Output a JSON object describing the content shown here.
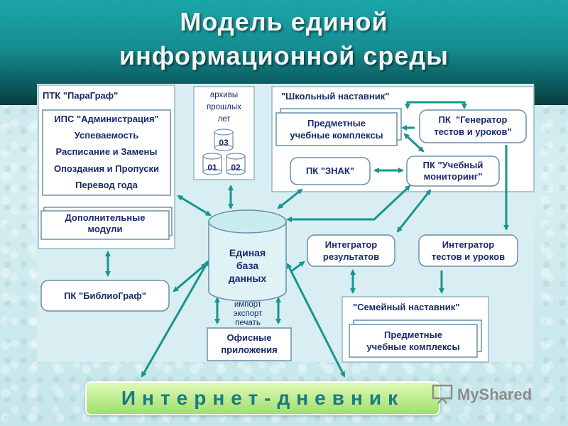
{
  "title": {
    "line1": "Модель единой",
    "line2": "информационной среды"
  },
  "boxes": {
    "ptk_paragraf": "ПТК \"ПараГраф\"",
    "ips_admin": "ИПС \"Администрация\"",
    "progress": "Успеваемость",
    "schedule": "Расписание и Замены",
    "absences": "Опоздания и Пропуски",
    "year_transfer": "Перевод года",
    "extra_modules_line1": "Дополнительные",
    "extra_modules_line2": "модули",
    "archives_line1": "архивы",
    "archives_line2": "прошлых",
    "archives_line3": "лет",
    "cyl_03": "03",
    "cyl_01": "01",
    "cyl_02": "02",
    "school_mentor": "\"Школьный наставник\"",
    "subject_complexes_line1": "Предметные",
    "subject_complexes_line2": "учебные комплексы",
    "generator_line1": "ПК  \"Генератор",
    "generator_line2": "тестов и уроков\"",
    "znak": "ПК \"ЗНАК\"",
    "monitoring_line1": "ПК \"Учебный",
    "monitoring_line2": "мониторинг\"",
    "db_line1": "Единая",
    "db_line2": "база",
    "db_line3": "данных",
    "biblio": "ПК \"БиблиоГраф\"",
    "results_integrator_line1": "Интегратор",
    "results_integrator_line2": "результатов",
    "tests_integrator_line1": "Интегратор",
    "tests_integrator_line2": "тестов и уроков",
    "family_mentor": "\"Семейный наставник\"",
    "family_complexes_line1": "Предметные",
    "family_complexes_line2": "учебные комплексы",
    "import_line1": "импорт",
    "import_line2": "экспорт",
    "import_line3": "печать",
    "office_line1": "Офисные",
    "office_line2": "приложения"
  },
  "footer": {
    "label": "Интернет-дневник"
  },
  "watermark": "MyShared",
  "colors": {
    "arrow": "#17958e",
    "text": "#1a2a6a",
    "header": "#168e92"
  }
}
